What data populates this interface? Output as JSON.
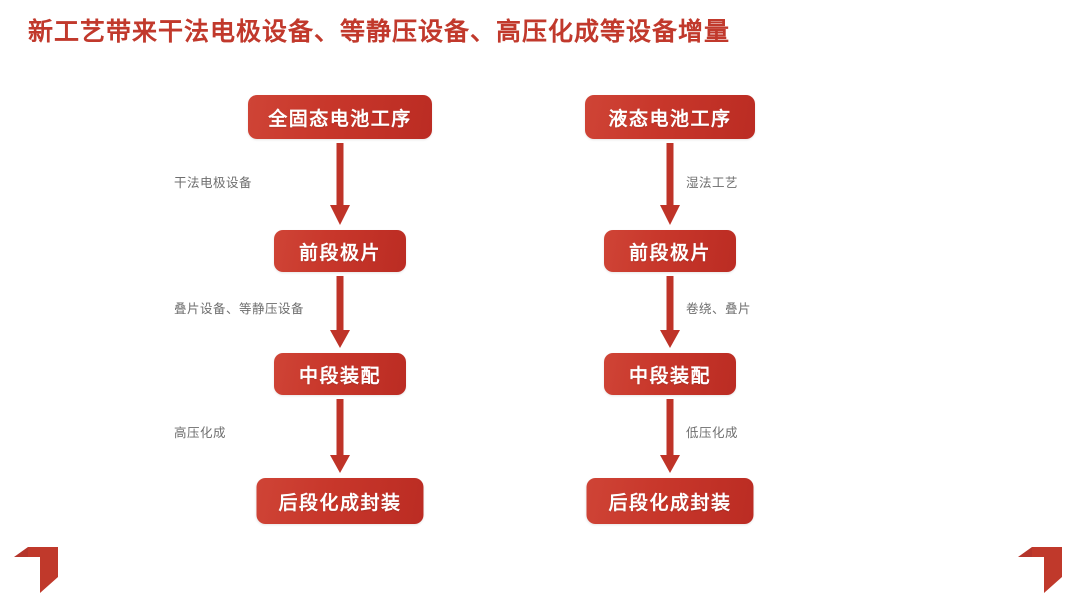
{
  "slide": {
    "title": "新工艺带来干法电极设备、等静压设备、高压化成等设备增量",
    "title_color": "#c1392c",
    "node_color": "#c8372b",
    "label_color": "#6e6e6e",
    "background": "#ffffff"
  },
  "flow": {
    "columns": [
      {
        "id": "all-solid-state",
        "header": "全固态电池工序",
        "nodes": [
          "全固态电池工序",
          "前段极片",
          "中段装配",
          "后段化成封装"
        ],
        "edge_labels": [
          "干法电极设备",
          "叠片设备、等静压设备",
          "高压化成"
        ]
      },
      {
        "id": "liquid",
        "header": "液态电池工序",
        "nodes": [
          "液态电池工序",
          "前段极片",
          "中段装配",
          "后段化成封装"
        ],
        "edge_labels": [
          "湿法工艺",
          "卷绕、叠片",
          "低压化成"
        ]
      }
    ]
  },
  "decorations": {
    "bottom_left": "flag-mark",
    "bottom_right": "flag-mark"
  }
}
